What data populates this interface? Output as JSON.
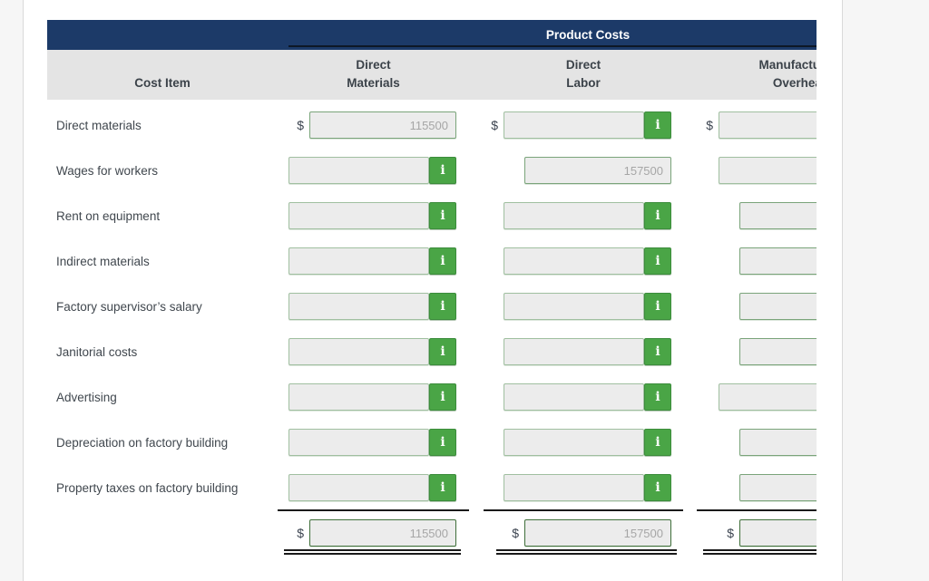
{
  "colors": {
    "navy": "#1c3a68",
    "green": "#4aa546",
    "subheader_bg": "#e4e4e4",
    "page_bg": "#f6f6f6"
  },
  "currency_symbol": "$",
  "info_icon_label": "i",
  "header": {
    "product_costs": "Product Costs"
  },
  "columns": {
    "cost_item": "Cost Item",
    "direct_materials": {
      "line1": "Direct",
      "line2": "Materials"
    },
    "direct_labor": {
      "line1": "Direct",
      "line2": "Labor"
    },
    "manufacturing_overhead": {
      "line1": "Manufacturing",
      "line2": "Overhead"
    }
  },
  "rows": [
    {
      "label": "Direct materials",
      "direct_materials": {
        "dollar": true,
        "value": "115500",
        "info": false
      },
      "direct_labor": {
        "dollar": true,
        "value": "",
        "info": true
      },
      "manufacturing_overhead": {
        "dollar": true,
        "value": "",
        "info": true
      }
    },
    {
      "label": "Wages for workers",
      "direct_materials": {
        "dollar": false,
        "value": "",
        "info": true
      },
      "direct_labor": {
        "dollar": false,
        "value": "157500",
        "info": false
      },
      "manufacturing_overhead": {
        "dollar": false,
        "value": "",
        "info": true
      }
    },
    {
      "label": "Rent on equipment",
      "direct_materials": {
        "dollar": false,
        "value": "",
        "info": true
      },
      "direct_labor": {
        "dollar": false,
        "value": "",
        "info": true
      },
      "manufacturing_overhead": {
        "dollar": false,
        "value": "",
        "info": false
      }
    },
    {
      "label": "Indirect materials",
      "direct_materials": {
        "dollar": false,
        "value": "",
        "info": true
      },
      "direct_labor": {
        "dollar": false,
        "value": "",
        "info": true
      },
      "manufacturing_overhead": {
        "dollar": false,
        "value": "",
        "info": false
      }
    },
    {
      "label": "Factory supervisor’s salary",
      "direct_materials": {
        "dollar": false,
        "value": "",
        "info": true
      },
      "direct_labor": {
        "dollar": false,
        "value": "",
        "info": true
      },
      "manufacturing_overhead": {
        "dollar": false,
        "value": "",
        "info": false
      }
    },
    {
      "label": "Janitorial costs",
      "direct_materials": {
        "dollar": false,
        "value": "",
        "info": true
      },
      "direct_labor": {
        "dollar": false,
        "value": "",
        "info": true
      },
      "manufacturing_overhead": {
        "dollar": false,
        "value": "",
        "info": false
      }
    },
    {
      "label": "Advertising",
      "direct_materials": {
        "dollar": false,
        "value": "",
        "info": true
      },
      "direct_labor": {
        "dollar": false,
        "value": "",
        "info": true
      },
      "manufacturing_overhead": {
        "dollar": false,
        "value": "",
        "info": true
      }
    },
    {
      "label": "Depreciation on factory building",
      "direct_materials": {
        "dollar": false,
        "value": "",
        "info": true
      },
      "direct_labor": {
        "dollar": false,
        "value": "",
        "info": true
      },
      "manufacturing_overhead": {
        "dollar": false,
        "value": "",
        "info": false
      }
    },
    {
      "label": "Property taxes on factory building",
      "direct_materials": {
        "dollar": false,
        "value": "",
        "info": true
      },
      "direct_labor": {
        "dollar": false,
        "value": "",
        "info": true
      },
      "manufacturing_overhead": {
        "dollar": false,
        "value": "",
        "info": false
      }
    }
  ],
  "totals": {
    "direct_materials": {
      "dollar": true,
      "value": "115500",
      "info": false
    },
    "direct_labor": {
      "dollar": true,
      "value": "157500",
      "info": false
    },
    "manufacturing_overhead": {
      "dollar": true,
      "value": "",
      "info": false
    }
  }
}
